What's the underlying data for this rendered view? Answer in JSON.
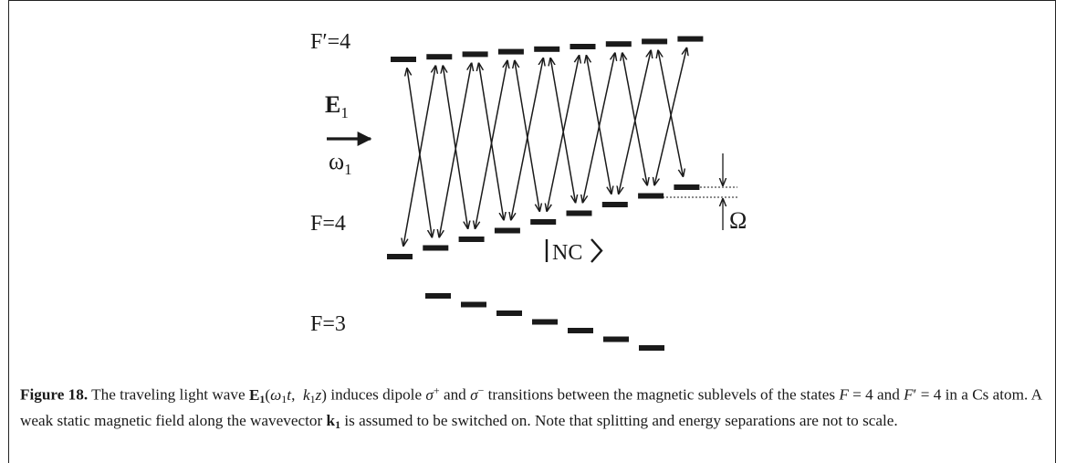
{
  "diagram": {
    "level_labels": {
      "excited": "F′=4",
      "ground_f4": "F=4",
      "ground_f3": "F=3"
    },
    "field_label": "E",
    "field_subscript": "1",
    "frequency_label": "ω",
    "frequency_subscript": "1",
    "dark_state_label": "NC",
    "splitting_label": "Ω"
  },
  "caption": {
    "figure_label": "Figure 18.",
    "text_part1": "The traveling light wave",
    "text_part2": "induces dipole",
    "text_part3": "and",
    "text_part4": "transitions between the magnetic sublevels of the states",
    "text_part5": "and",
    "text_part6": "in a Cs atom. A weak static magnetic field along the wavevector",
    "text_part7": "is assumed to be switched on. Note that splitting and energy separations are not to scale."
  }
}
